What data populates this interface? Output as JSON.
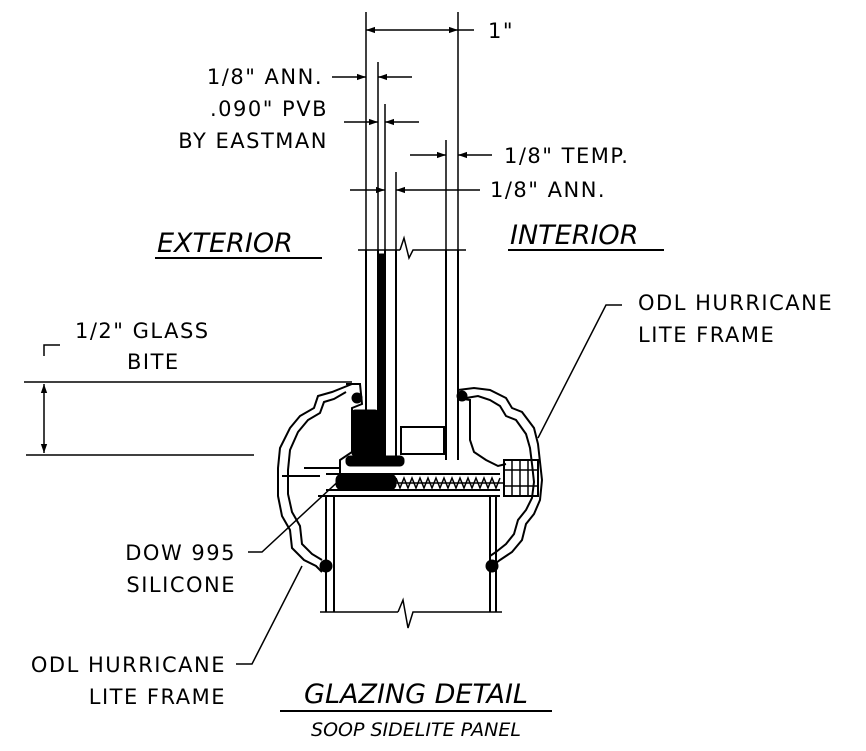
{
  "dimensions": {
    "overall": "1\"",
    "outer_lite": "1/8\" ANN.",
    "interlayer_line1": ".090\" PVB",
    "interlayer_line2": "BY EASTMAN",
    "inner_temp": "1/8\" TEMP.",
    "inner_ann": "1/8\" ANN.",
    "bite_line1": "1/2\" GLASS",
    "bite_line2": "BITE"
  },
  "sides": {
    "exterior": "EXTERIOR",
    "interior": "INTERIOR"
  },
  "callouts": {
    "frame_right_line1": "ODL HURRICANE",
    "frame_right_line2": "LITE FRAME",
    "silicone_line1": "DOW 995",
    "silicone_line2": "SILICONE",
    "frame_left_line1": "ODL HURRICANE",
    "frame_left_line2": "LITE FRAME"
  },
  "titles": {
    "main": "GLAZING DETAIL",
    "sub": "SOOP SIDELITE PANEL"
  }
}
